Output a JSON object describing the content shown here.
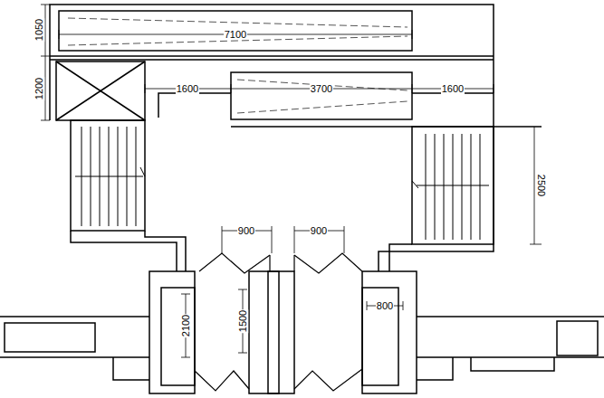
{
  "diagram": {
    "labels": [
      "1050",
      "7100",
      "1200",
      "1600",
      "3700",
      "1600",
      "2500",
      "900",
      "900",
      "2100",
      "1500",
      "800"
    ]
  }
}
